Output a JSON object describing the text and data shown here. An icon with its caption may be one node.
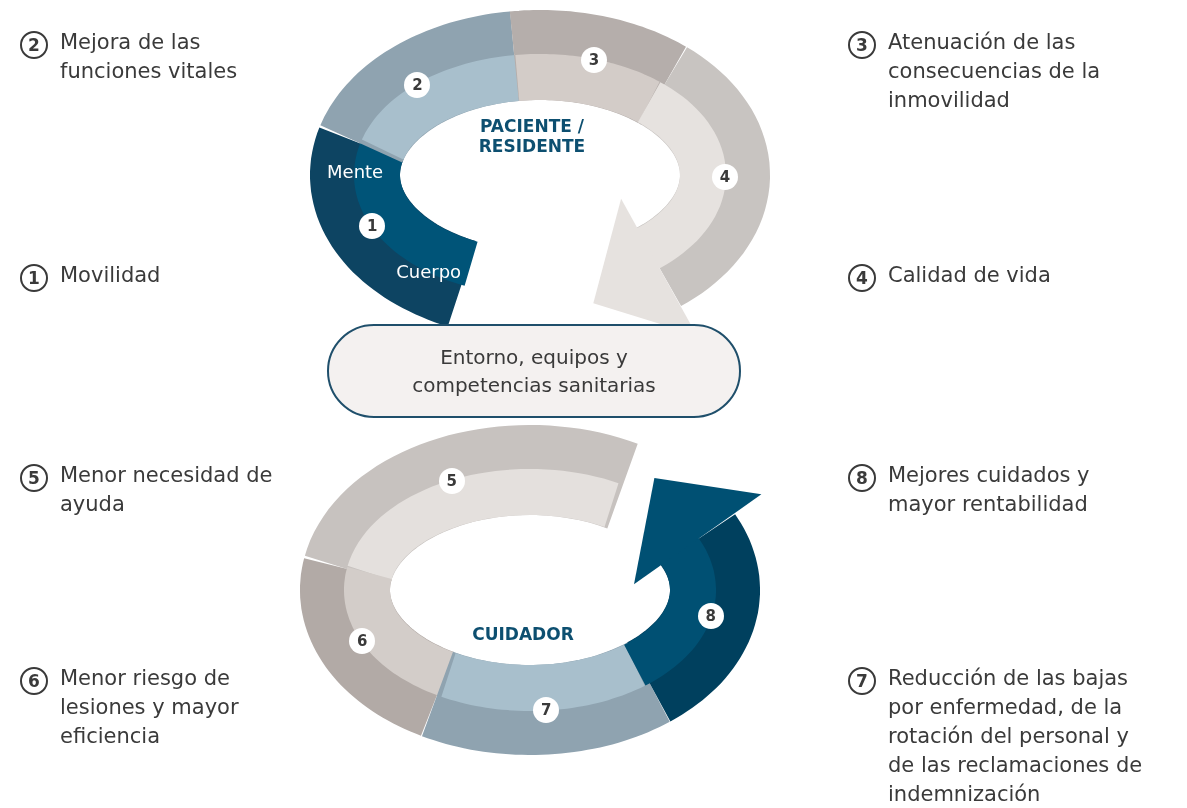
{
  "diagram": {
    "nodes": [
      {
        "text": [
          "2"
        ],
        "beside": [
          "Mejora de las funciones vitales"
        ]
      },
      {
        "text": [
          "3"
        ],
        "beside": [
          "Atenuación de las consecuencias de la inmovilidad"
        ]
      },
      {
        "text": [
          "1"
        ],
        "beside": [
          "Movilidad"
        ]
      },
      {
        "text": [
          "4"
        ],
        "beside": [
          "Calidad de vida"
        ]
      },
      {
        "text": [
          "5"
        ],
        "beside": [
          "Menor necesidad de ayuda"
        ]
      },
      {
        "text": [
          "8"
        ],
        "beside": [
          "Mejores cuidados y mayor rentabilidad"
        ]
      },
      {
        "text": [
          "6"
        ],
        "beside": [
          "Menor riesgo de lesiones y mayor eficiencia"
        ]
      },
      {
        "text": [
          "7"
        ],
        "beside": [
          "Reducción de las bajas por enfermedad, de la rotación del personal y de las reclamaciones de indemnización"
        ]
      },
      {
        "text": [
          "2"
        ]
      },
      {
        "text": [
          "3"
        ]
      },
      {
        "text": [
          "1"
        ]
      },
      {
        "text": [
          "4"
        ]
      },
      {
        "text": [
          "8"
        ]
      },
      {
        "text": [
          "5"
        ]
      },
      {
        "text": [
          "7"
        ]
      },
      {
        "text": [
          "6"
        ]
      },
      {
        "text": [
          "Entorno, equipos y competencias sanitarias"
        ]
      }
    ],
    "labels": [
      "PACIENTE / RESIDENTE",
      "Mente",
      "Cuerpo",
      "CUIDADOR"
    ]
  }
}
